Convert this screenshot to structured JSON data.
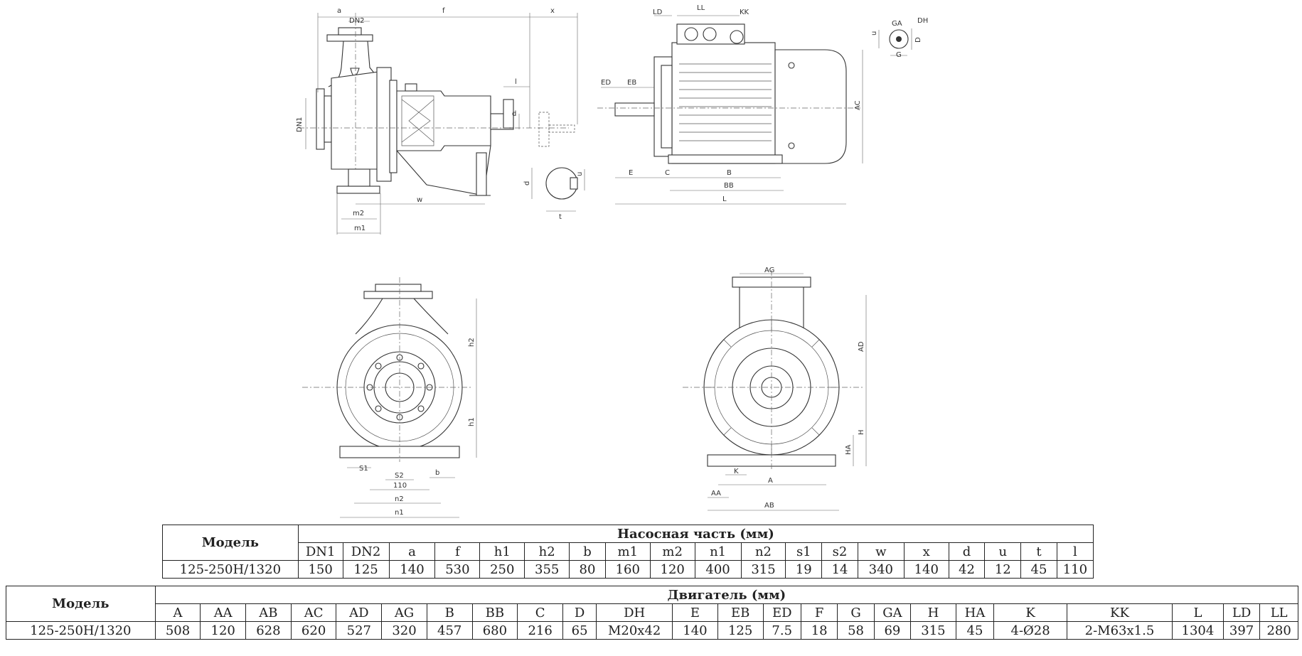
{
  "drawing_labels": {
    "side_pump": [
      "a",
      "DN2",
      "f",
      "x",
      "l",
      "d",
      "DN1",
      "w",
      "m2",
      "m1",
      "d",
      "u",
      "t"
    ],
    "side_motor": [
      "LD",
      "LL",
      "KK",
      "ED",
      "EB",
      "AC",
      "E",
      "C",
      "B",
      "BB",
      "L"
    ],
    "shaft_detail": [
      "GA",
      "DH",
      "u",
      "D",
      "G"
    ],
    "front_pump": [
      "h2",
      "h1",
      "S1",
      "S2",
      "b",
      "110",
      "n2",
      "n1"
    ],
    "front_motor": [
      "AG",
      "AD",
      "H",
      "HA",
      "K",
      "A",
      "AA",
      "AB"
    ]
  },
  "pump_table": {
    "model_header": "Модель",
    "section_title": "Насосная часть (мм)",
    "columns": [
      "DN1",
      "DN2",
      "a",
      "f",
      "h1",
      "h2",
      "b",
      "m1",
      "m2",
      "n1",
      "n2",
      "s1",
      "s2",
      "w",
      "x",
      "d",
      "u",
      "t",
      "l"
    ],
    "rows": [
      [
        "125-250H/1320",
        "150",
        "125",
        "140",
        "530",
        "250",
        "355",
        "80",
        "160",
        "120",
        "400",
        "315",
        "19",
        "14",
        "340",
        "140",
        "42",
        "12",
        "45",
        "110"
      ]
    ]
  },
  "motor_table": {
    "model_header": "Модель",
    "section_title": "Двигатель (мм)",
    "columns": [
      "A",
      "AA",
      "AB",
      "AC",
      "AD",
      "AG",
      "B",
      "BB",
      "C",
      "D",
      "DH",
      "E",
      "EB",
      "ED",
      "F",
      "G",
      "GA",
      "H",
      "HA",
      "K",
      "KK",
      "L",
      "LD",
      "LL"
    ],
    "rows": [
      [
        "125-250H/1320",
        "508",
        "120",
        "628",
        "620",
        "527",
        "320",
        "457",
        "680",
        "216",
        "65",
        "M20x42",
        "140",
        "125",
        "7.5",
        "18",
        "58",
        "69",
        "315",
        "45",
        "4-Ø28",
        "2-M63x1.5",
        "1304",
        "397",
        "280"
      ]
    ]
  }
}
